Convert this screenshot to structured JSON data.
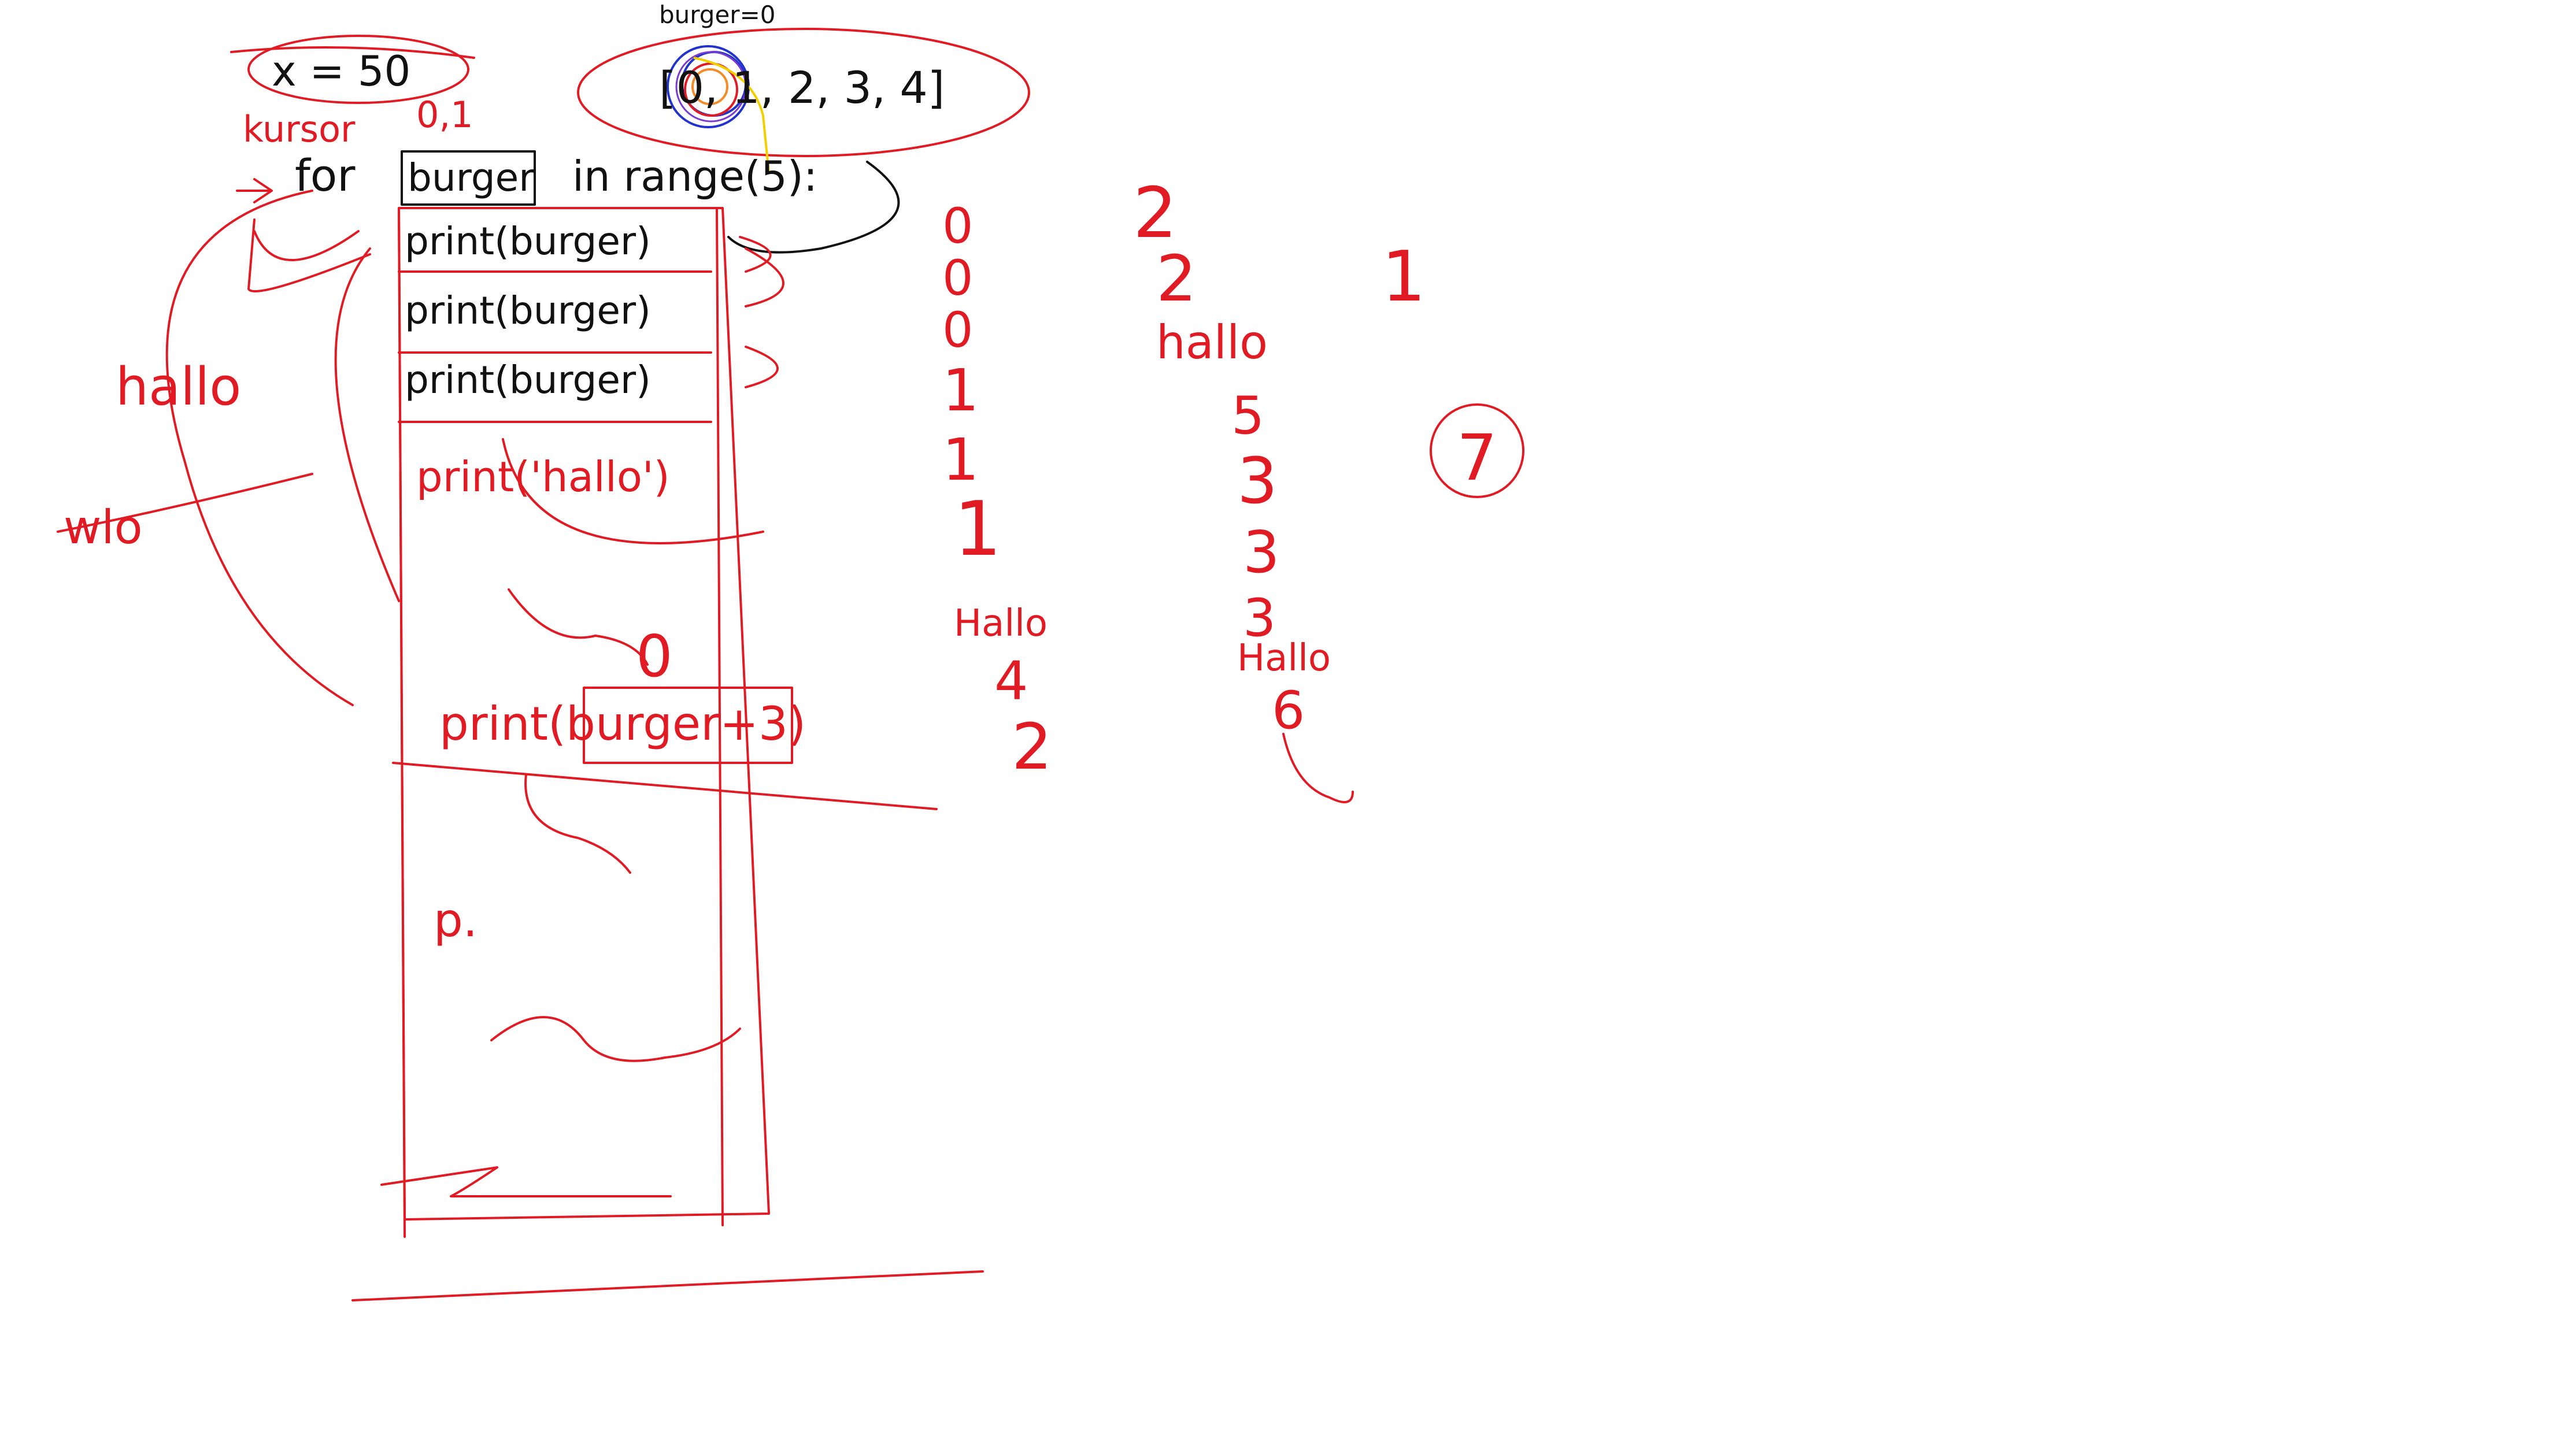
{
  "colors": {
    "background": "#ffffff",
    "red_ink": "#e01b24",
    "black_ink": "#111111",
    "blue_ink": "#2233cc",
    "yellow_ink": "#f2d000"
  },
  "code": {
    "assign_x": "x = 50",
    "top_note": "burger=0",
    "list_literal": "[0, 1, 2, 3, 4]",
    "for_keyword": "for",
    "loop_var": "burger",
    "in_range": "in range(5):",
    "print_1": "print(burger)",
    "print_2": "print(burger)",
    "print_3": "print(burger)"
  },
  "red_notes": {
    "cursor_label": "kursor",
    "cursor_values": "0,1",
    "print_hallo": "print('hallo')",
    "print_burger_plus_3": "print(burger+3)",
    "zero_mark": "0",
    "p_fragment": "p.",
    "left_word_1": "hallo",
    "left_word_2": "wlo"
  },
  "output_col_1": [
    "0",
    "0",
    "0",
    "1",
    "1",
    "1",
    "Hallo",
    "4",
    "2"
  ],
  "output_col_2": [
    "2",
    "2",
    "hallo",
    "5",
    "3",
    "3",
    "3",
    "Hallo",
    "6"
  ],
  "side_marks": {
    "one": "1",
    "seven": "7"
  }
}
